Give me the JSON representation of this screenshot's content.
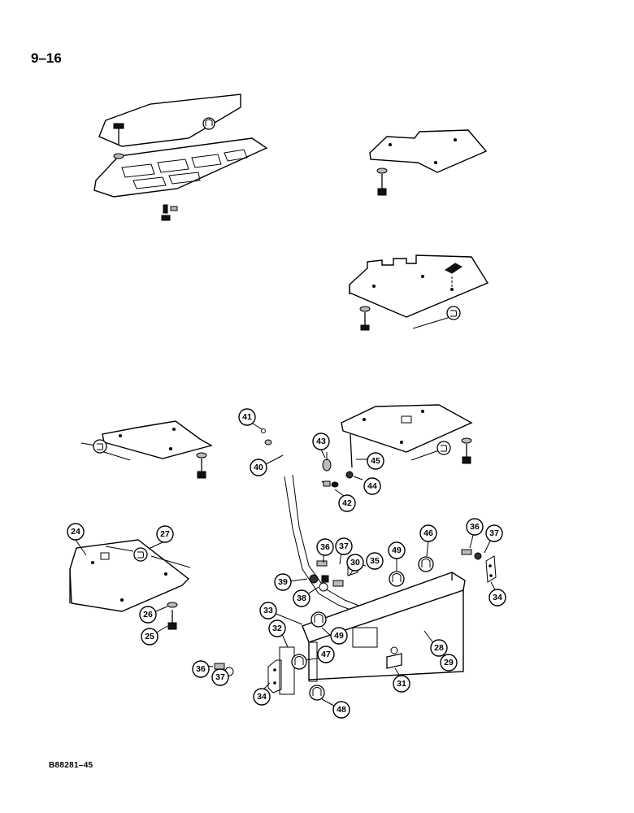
{
  "page_number": "9–16",
  "document_code": "B88281–45",
  "callouts": [
    {
      "id": "c24",
      "label": "24"
    },
    {
      "id": "c25",
      "label": "25"
    },
    {
      "id": "c26",
      "label": "26"
    },
    {
      "id": "c27",
      "label": "27"
    },
    {
      "id": "c28",
      "label": "28"
    },
    {
      "id": "c29",
      "label": "29"
    },
    {
      "id": "c30",
      "label": "30"
    },
    {
      "id": "c31",
      "label": "31"
    },
    {
      "id": "c32",
      "label": "32"
    },
    {
      "id": "c33",
      "label": "33"
    },
    {
      "id": "c34a",
      "label": "34"
    },
    {
      "id": "c34b",
      "label": "34"
    },
    {
      "id": "c35",
      "label": "35"
    },
    {
      "id": "c36a",
      "label": "36"
    },
    {
      "id": "c36b",
      "label": "36"
    },
    {
      "id": "c36c",
      "label": "36"
    },
    {
      "id": "c37a",
      "label": "37"
    },
    {
      "id": "c37b",
      "label": "37"
    },
    {
      "id": "c37c",
      "label": "37"
    },
    {
      "id": "c38",
      "label": "38"
    },
    {
      "id": "c39",
      "label": "39"
    },
    {
      "id": "c40",
      "label": "40"
    },
    {
      "id": "c41",
      "label": "41"
    },
    {
      "id": "c42",
      "label": "42"
    },
    {
      "id": "c43",
      "label": "43"
    },
    {
      "id": "c44",
      "label": "44"
    },
    {
      "id": "c45",
      "label": "45"
    },
    {
      "id": "c46",
      "label": "46"
    },
    {
      "id": "c47",
      "label": "47"
    },
    {
      "id": "c48",
      "label": "48"
    },
    {
      "id": "c49a",
      "label": "49"
    },
    {
      "id": "c49b",
      "label": "49"
    }
  ]
}
